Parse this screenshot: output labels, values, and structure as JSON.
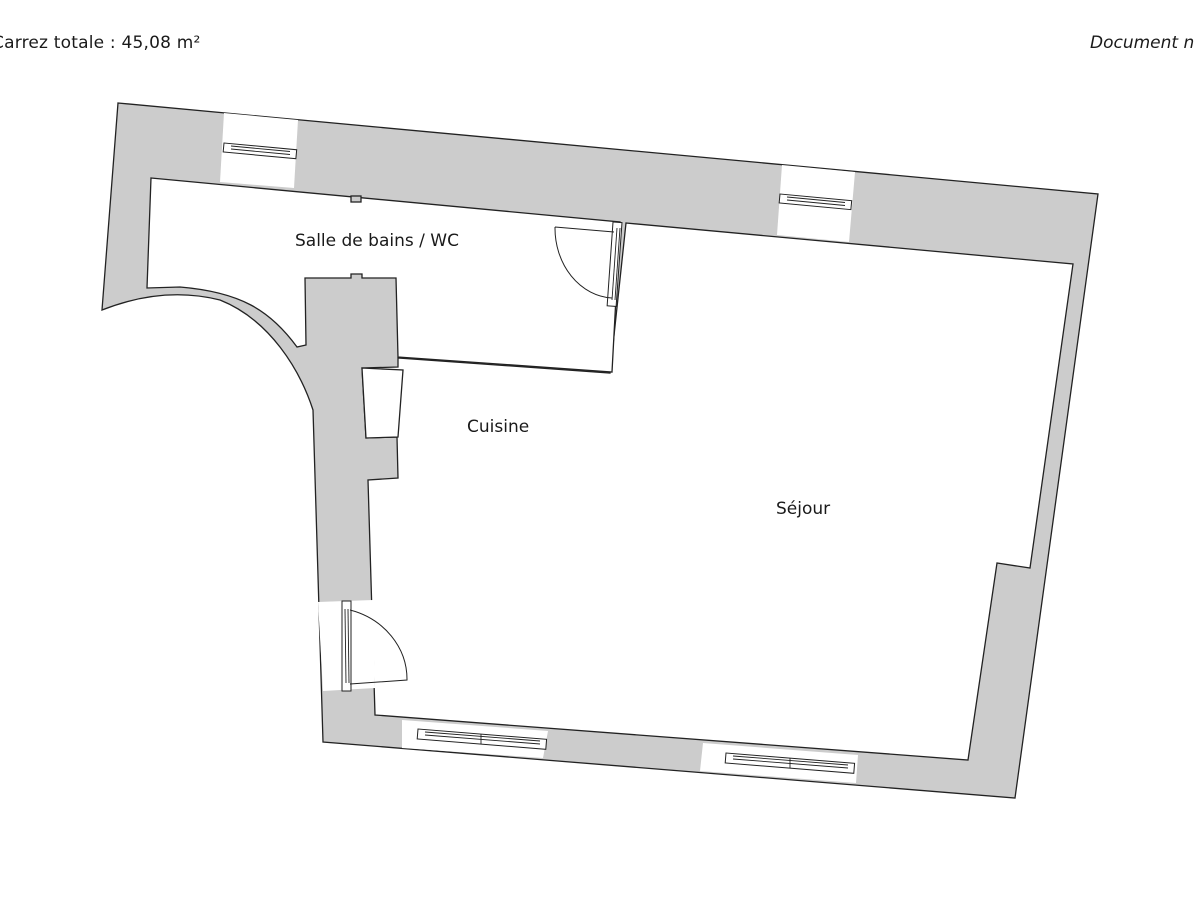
{
  "header": {
    "surface_label": "Carrez totale : 45,08 m²",
    "document_note": "Document n"
  },
  "rooms": [
    {
      "id": "salle-de-bains",
      "label": "Salle de bains / WC"
    },
    {
      "id": "cuisine",
      "label": "Cuisine"
    },
    {
      "id": "sejour",
      "label": "Séjour"
    }
  ],
  "colors": {
    "wall_fill": "#cccccc",
    "line": "#222222",
    "background": "#ffffff"
  }
}
